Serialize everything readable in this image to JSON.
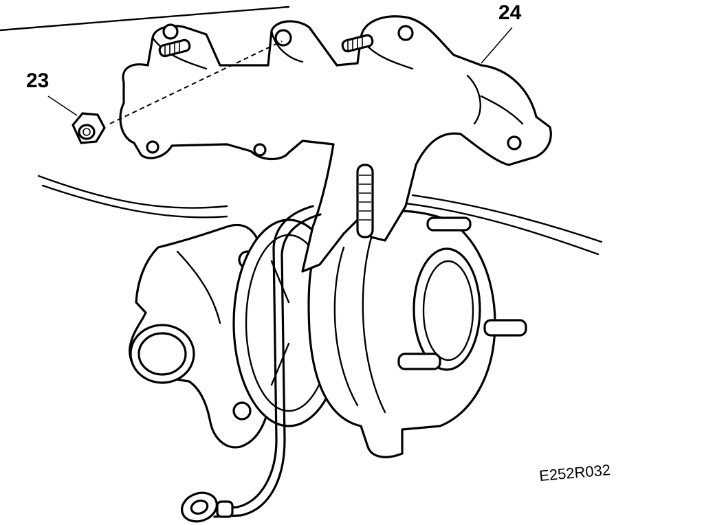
{
  "diagram": {
    "callouts": [
      {
        "number": "23",
        "part": "nut"
      },
      {
        "number": "24",
        "part": "exhaust-manifold"
      }
    ],
    "figure_code": "E252R032"
  }
}
